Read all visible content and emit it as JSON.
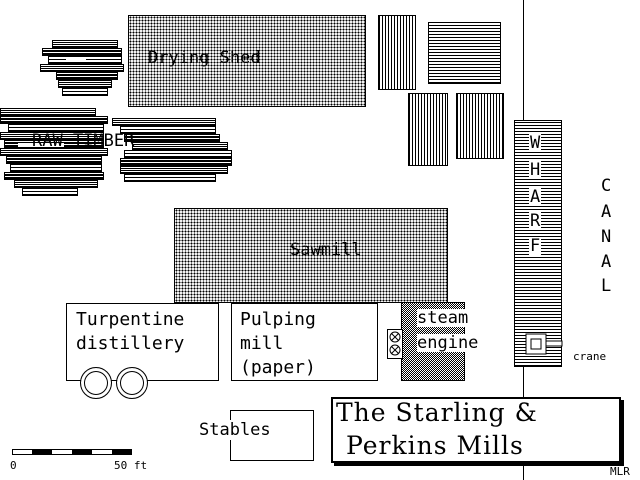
{
  "buildings": {
    "drying_shed": "Drying Shed",
    "raw_timber": "RAW TIMBER",
    "sawmill": "Sawmill",
    "turpentine_line1": "Turpentine",
    "turpentine_line2": "distillery",
    "pulping_line1": "Pulping",
    "pulping_line2": "mill",
    "pulping_line3": "(paper)",
    "steam_line1": "steam",
    "steam_line2": "engine",
    "stables": "Stables"
  },
  "wharf_letters": [
    "W",
    "H",
    "A",
    "R",
    "F"
  ],
  "canal_letters": [
    "C",
    "A",
    "N",
    "A",
    "L"
  ],
  "crane_label": "crane",
  "title": {
    "line1": "The Starling &",
    "line2": "Perkins Mills"
  },
  "scale": {
    "start": "0",
    "end": "50 ft"
  },
  "author": "MLR"
}
